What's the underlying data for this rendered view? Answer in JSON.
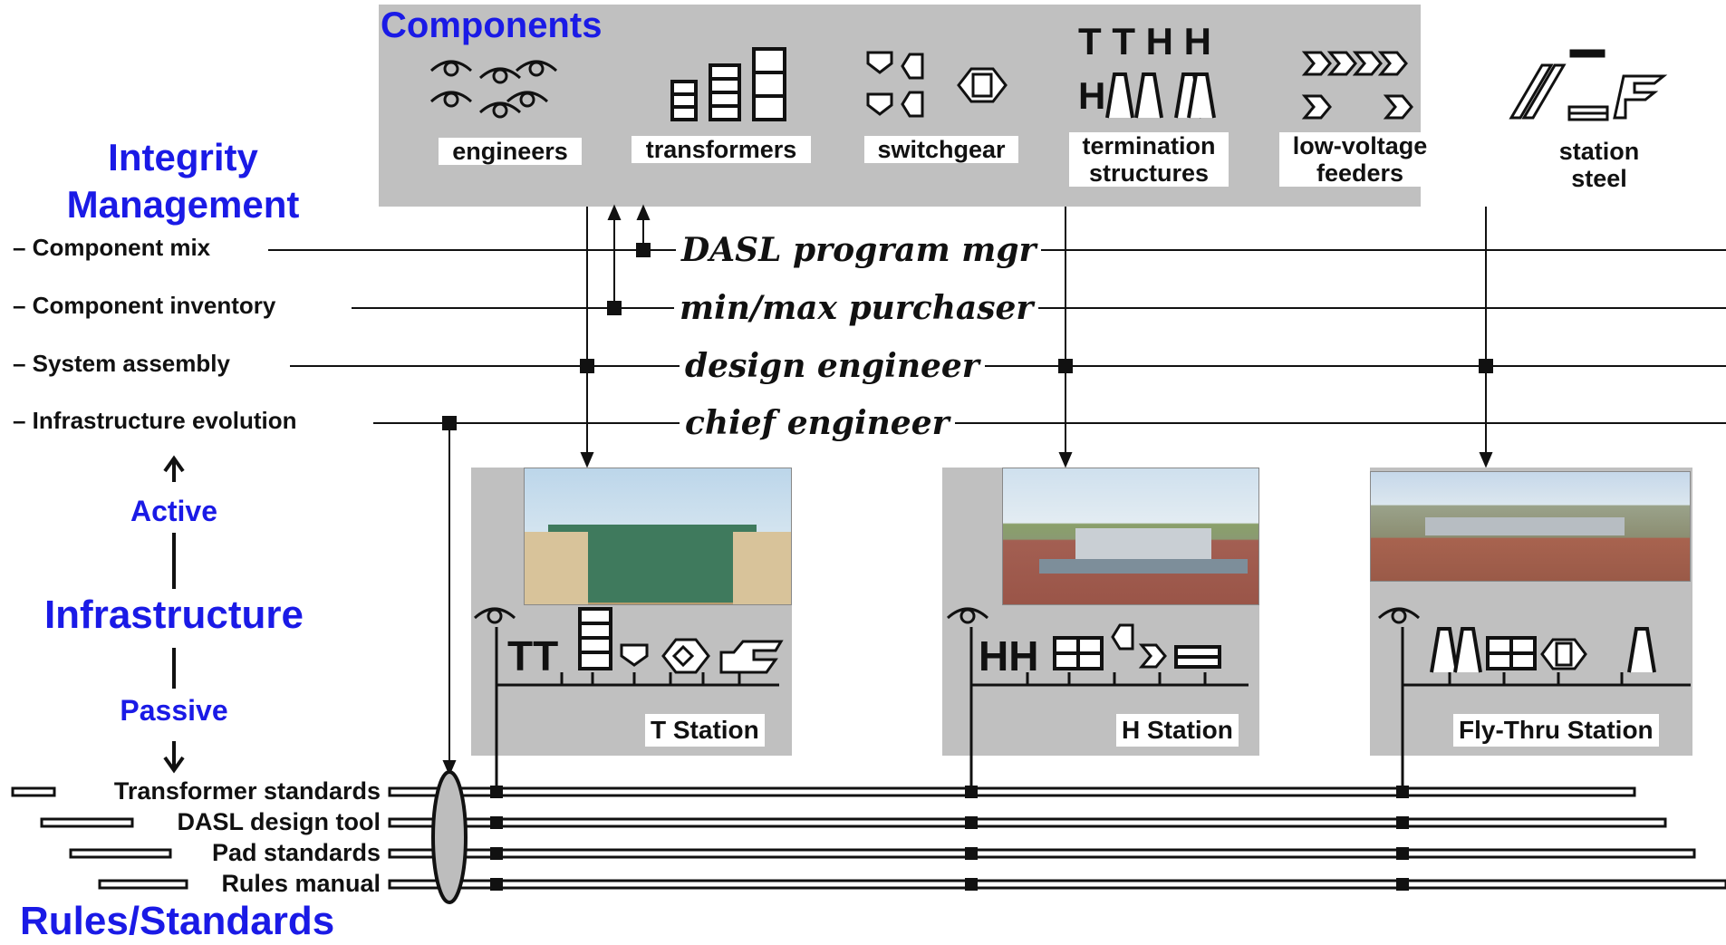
{
  "components": {
    "title": "Components",
    "items": [
      {
        "id": "engineers",
        "label": "engineers",
        "icon": "eye-icon"
      },
      {
        "id": "transformers",
        "label": "transformers",
        "icon": "transformer-icon"
      },
      {
        "id": "switchgear",
        "label": "switchgear",
        "icon": "switchgear-icon"
      },
      {
        "id": "termination",
        "label": "termination structures",
        "icon_letters": "T T H H H"
      },
      {
        "id": "feeders",
        "label": "low-voltage feeders",
        "icon": "chevron-icon"
      },
      {
        "id": "steel",
        "label": "station steel",
        "icon": "steel-icon"
      }
    ]
  },
  "integrity": {
    "title": "Integrity Management",
    "rows": [
      {
        "label": "– Component mix",
        "role": "DASL program mgr"
      },
      {
        "label": "– Component inventory",
        "role": "min/max purchaser"
      },
      {
        "label": "– System assembly",
        "role": "design engineer"
      },
      {
        "label": "– Infrastructure evolution",
        "role": "chief engineer"
      }
    ]
  },
  "infrastructure": {
    "active": "Active",
    "title": "Infrastructure",
    "passive": "Passive"
  },
  "stations": [
    {
      "label": "T Station",
      "letters": "TT"
    },
    {
      "label": "H Station",
      "letters": "HH"
    },
    {
      "label": "Fly-Thru Station",
      "letters": ""
    }
  ],
  "standards": {
    "title": "Rules/Standards",
    "items": [
      "Transformer standards",
      "DASL design tool",
      "Pad standards",
      "Rules manual"
    ]
  },
  "colors": {
    "accent": "#1a1ae6",
    "panel": "#c0c0c0",
    "ellipse": "#bdbdbd"
  }
}
